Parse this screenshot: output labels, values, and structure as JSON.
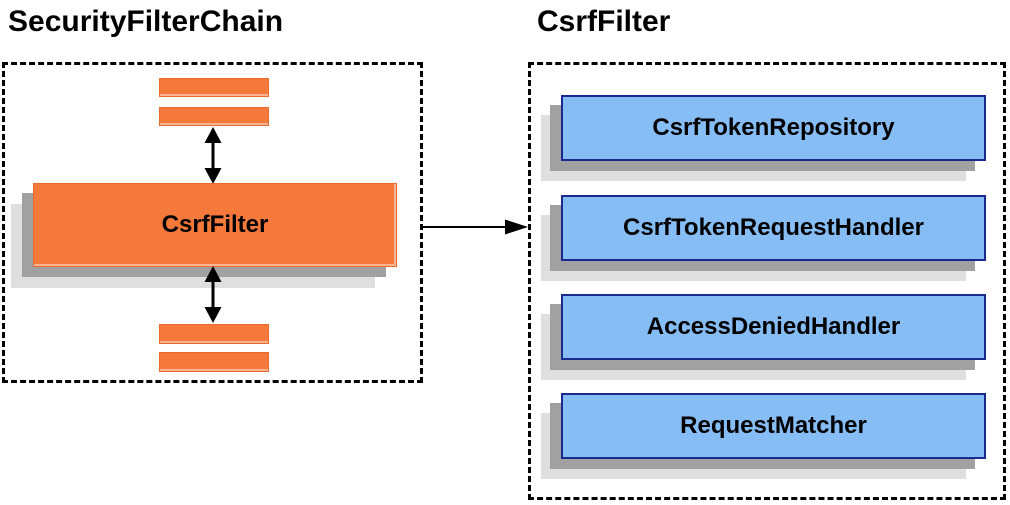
{
  "colors": {
    "orange": "#F4793B",
    "orange_border": "#E96A2D",
    "blue": "#85BDF4",
    "blue_border": "#19298F",
    "shadow_dark": "#A1A1A1",
    "shadow_light": "#DFDFDF",
    "line": "#000000",
    "text": "#000000",
    "background": "#FFFFFF"
  },
  "left_panel": {
    "title": "SecurityFilterChain",
    "filter_box_label": "CsrfFilter"
  },
  "right_panel": {
    "title": "CsrfFilter",
    "components": [
      {
        "label": "CsrfTokenRepository"
      },
      {
        "label": "CsrfTokenRequestHandler"
      },
      {
        "label": "AccessDeniedHandler"
      },
      {
        "label": "RequestMatcher"
      }
    ]
  },
  "icons": {
    "vertical_arrows": "up-down-arrow",
    "connector": "right-arrow"
  }
}
